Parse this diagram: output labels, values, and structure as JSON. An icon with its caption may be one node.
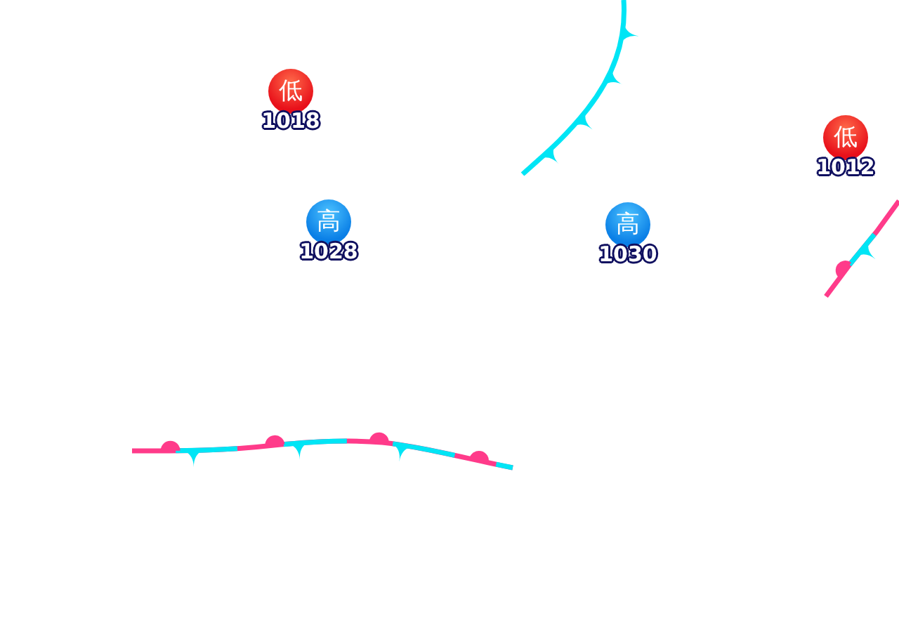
{
  "diagram": {
    "nodes": [
      {
        "text": [
          "低"
        ],
        "beside": [
          "1018"
        ]
      },
      {
        "text": [
          "高"
        ],
        "beside": [
          "1028"
        ]
      },
      {
        "text": [
          "高"
        ],
        "beside": [
          "1030"
        ]
      },
      {
        "text": [
          "低"
        ],
        "beside": [
          "1012"
        ]
      }
    ]
  }
}
